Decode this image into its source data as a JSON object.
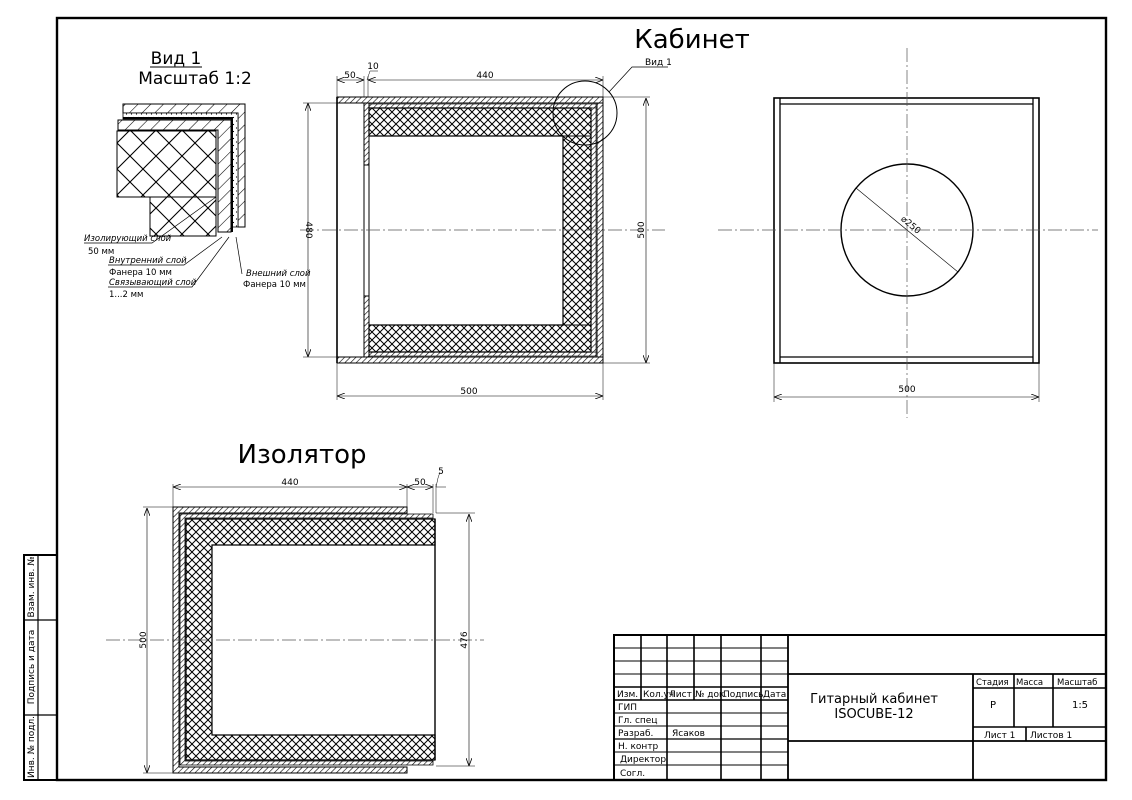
{
  "sheet": {
    "title_kabinet": "Кабинет",
    "title_izolyator": "Изолятор",
    "detail_view_title": "Вид 1",
    "detail_view_scale": "Масштаб 1:2",
    "detail_callout": "Вид 1",
    "colors": {
      "line": "#000000",
      "centerline": "#555555",
      "background": "#ffffff"
    }
  },
  "detail_labels": {
    "insulating_layer": "Изолирующий слой",
    "insulating_thickness": "50 мм",
    "inner_layer": "Внутренний слой",
    "inner_material": "Фанера 10 мм",
    "binding_layer": "Связывающий слой",
    "binding_thickness": "1...2 мм",
    "outer_layer": "Внешний слой",
    "outer_material": "Фанера 10 мм"
  },
  "kabinet_section": {
    "dim_top_left": "50",
    "dim_top_gap": "10",
    "dim_top_main": "440",
    "dim_left_height": "480",
    "dim_right_height": "500",
    "dim_bottom_width": "500"
  },
  "kabinet_front": {
    "dim_diameter": "⌀250",
    "dim_width": "500"
  },
  "izolyator_section": {
    "dim_top_main": "440",
    "dim_top_mid": "50",
    "dim_top_gap": "5",
    "dim_left_height": "500",
    "dim_right_height": "476"
  },
  "side_strip": {
    "field1": "Взам. инв. №",
    "field2": "Подпись и дата",
    "field3": "Инв. № подл."
  },
  "title_block": {
    "header": [
      "Изм.",
      "Кол.уч",
      "Лист",
      "№ док.",
      "Подпись",
      "Дата"
    ],
    "roles": [
      "ГИП",
      "Гл. спец",
      "Разраб.",
      "Н. контр",
      "Директор",
      "Согл."
    ],
    "developer_name": "Ясаков",
    "product_name": "Гитарный кабинет",
    "product_code": "ISOCUBE-12",
    "stage_label": "Стадия",
    "mass_label": "Масса",
    "scale_label": "Масштаб",
    "stage_value": "Р",
    "mass_value": "",
    "scale_value": "1:5",
    "sheet_label": "Лист 1",
    "sheets_label": "Листов 1"
  }
}
